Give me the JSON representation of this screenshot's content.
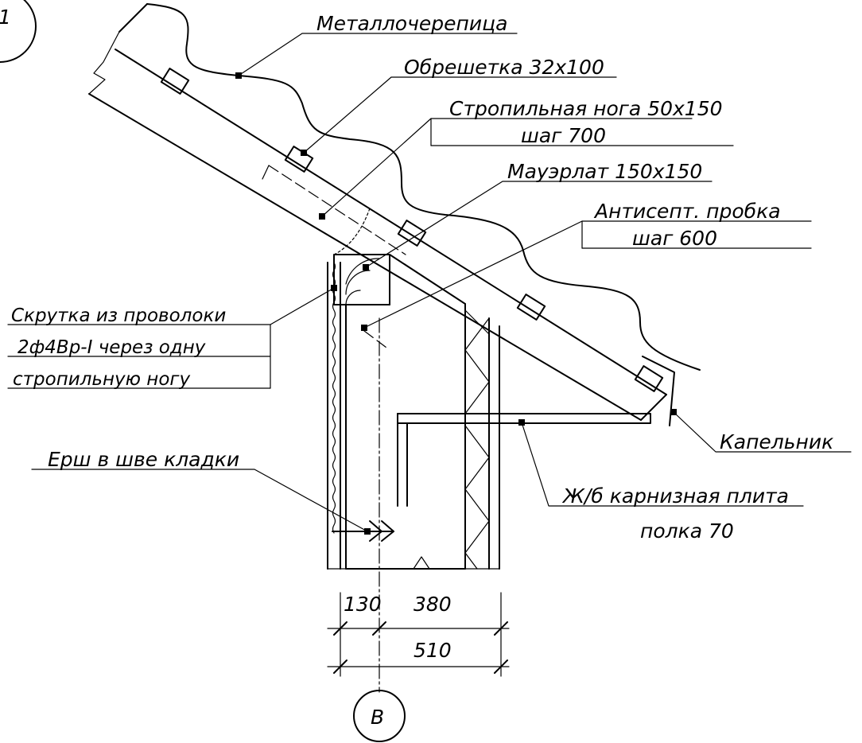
{
  "detail_marker": "1",
  "axis_marker": "В",
  "labels": {
    "roofing": "Металлочерепица",
    "battens": "Обрешетка 32х100",
    "rafter_line1": "Стропильная нога 50х150",
    "rafter_line2": "шаг 700",
    "wall_plate": "Мауэрлат 150х150",
    "plug_line1": "Антисепт. пробка",
    "plug_line2": "шаг 600",
    "wire_line1": "Скрутка из проволоки",
    "wire_line2": "2ф4Вр-I через одну",
    "wire_line3": "стропильную ногу",
    "ruff": "Ерш в шве кладки",
    "drip": "Капельник",
    "slab_line1": "Ж/б карнизная плита",
    "slab_line2": "полка 70"
  },
  "dimensions": {
    "d1": "130",
    "d2": "380",
    "total": "510"
  }
}
